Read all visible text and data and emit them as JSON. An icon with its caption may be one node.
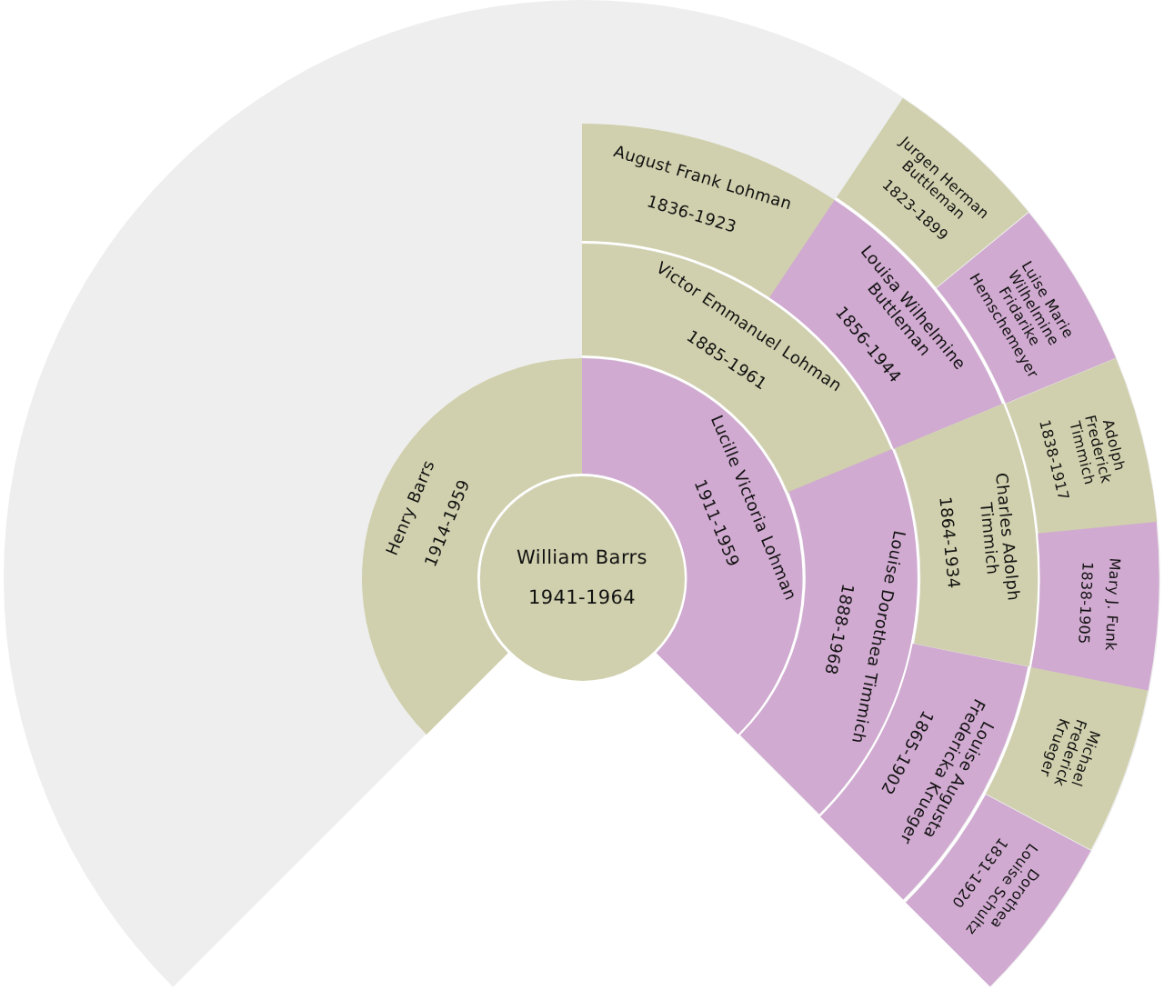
{
  "diagram": {
    "nodes": [
      {
        "text": [
          "William Barrs",
          "1941-1964"
        ]
      },
      {
        "text": [
          "Henry Barrs",
          "1914-1959"
        ]
      },
      {
        "text": [
          "Lucille Victoria Lohman",
          "1911-1959"
        ]
      },
      {
        "text": [
          "Victor Emmanuel Lohman",
          "1885-1961"
        ]
      },
      {
        "text": [
          "Louise Dorothea Timmich",
          "1888-1968"
        ]
      },
      {
        "text": [
          "August Frank Lohman",
          "1836-1923"
        ]
      },
      {
        "text": [
          "Louisa Wilhelmine Buttleman",
          "1856-1944"
        ]
      },
      {
        "text": [
          "Charles Adolph Timmich",
          "1864-1934"
        ]
      },
      {
        "text": [
          "Louise Augusta Fredericka Krueger",
          "1865-1902"
        ]
      },
      {
        "text": [
          "Jurgen Herman Buttleman",
          "1823-1899"
        ]
      },
      {
        "text": [
          "Luise Marie Wilhelmine Fridarike Hemschemeyer"
        ]
      },
      {
        "text": [
          "Adolph Frederick Timmich",
          "1838-1917"
        ]
      },
      {
        "text": [
          "Mary J. Funk",
          "1838-1905"
        ]
      },
      {
        "text": [
          "Michael Frederick Krueger"
        ]
      },
      {
        "text": [
          "Dorothea Louise Schultz",
          "1831-1920"
        ]
      }
    ]
  }
}
